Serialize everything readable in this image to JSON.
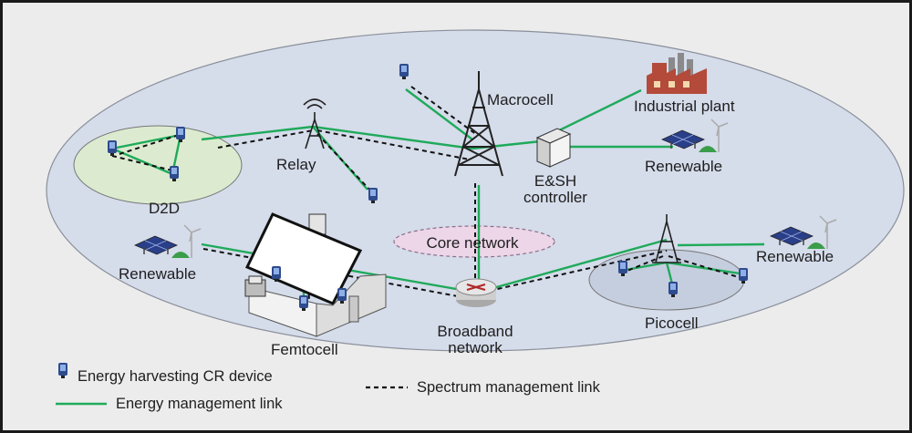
{
  "nodes": {
    "macrocell": "Macrocell",
    "industrial_plant": "Industrial plant",
    "relay": "Relay",
    "renewable_right_top": "Renewable",
    "esh_controller_line1": "E&SH",
    "esh_controller_line2": "controller",
    "d2d": "D2D",
    "core_network": "Core network",
    "renewable_left": "Renewable",
    "renewable_right": "Renewable",
    "broadband_line1": "Broadband",
    "broadband_line2": "network",
    "picocell": "Picocell",
    "femtocell": "Femtocell"
  },
  "legend": {
    "device": "Energy harvesting CR device",
    "energy_link": "Energy management link",
    "spectrum_link": "Spectrum management link"
  },
  "colors": {
    "energy_link": "#1faa5a",
    "spectrum_link": "#111111",
    "ellipse_fill": "#d5dcea",
    "d2d_fill": "#dcebd0",
    "picocell_fill": "#c5cedf",
    "core_fill": "#ecd6e8",
    "device": "#2e4b8e",
    "factory": "#b34a3a"
  }
}
